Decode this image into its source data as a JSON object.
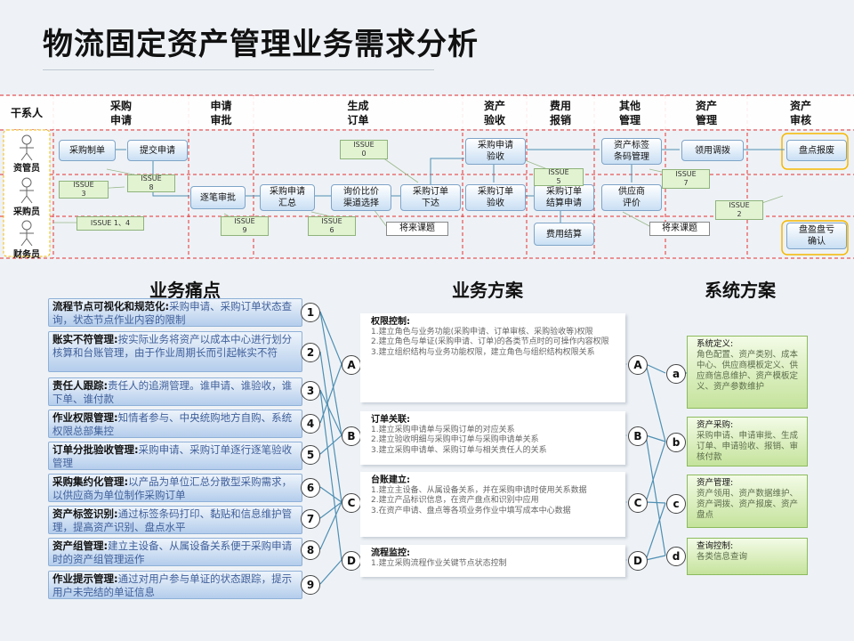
{
  "title": "物流固定资产管理业务需求分析",
  "swimlane": {
    "corner_label": "干系人",
    "headers": [
      "采购\n申请",
      "申请\n审批",
      "生成\n订单",
      "资产\n验收",
      "费用\n报销",
      "其他\n管理",
      "资产\n管理",
      "资产\n审核"
    ],
    "roles": [
      "资管员",
      "采购员",
      "财务员"
    ],
    "process_boxes": [
      "采购制单",
      "提交申请",
      "逐笔审批",
      "采购申请\n汇总",
      "询价比价\n渠道选择",
      "采购订单\n下达",
      "采购申请\n验收",
      "采购订单\n验收",
      "采购订单\n结算申请",
      "费用结算",
      "资产标签\n条码管理",
      "供应商\n评价",
      "领用调拨",
      "盘点报废",
      "盘盈盘亏\n确认"
    ],
    "issues": [
      "ISSUE\n0",
      "ISSUE\n3",
      "ISSUE\n8",
      "ISSUE 1、4",
      "ISSUE\n9",
      "ISSUE\n6",
      "ISSUE\n5",
      "ISSUE\n7",
      "ISSUE\n2"
    ],
    "notes": [
      "将来课题",
      "将来课题"
    ]
  },
  "sections": {
    "pain": "业务痛点",
    "solution": "业务方案",
    "system": "系统方案"
  },
  "pain_points": [
    {
      "num": "1",
      "title": "流程节点可视化和规范化:",
      "text": "采购申请、采购订单状态查询，状态节点作业内容的限制"
    },
    {
      "num": "2",
      "title": "账实不符管理:",
      "text": "按实际业务将资产以成本中心进行划分核算和台账管理，由于作业周期长而引起帐实不符"
    },
    {
      "num": "3",
      "title": "责任人跟踪:",
      "text": "责任人的追溯管理。谁申请、谁验收，谁下单、谁付款"
    },
    {
      "num": "4",
      "title": "作业权限管理:",
      "text": "知情者参与、中央统购地方自购、系统权限总部集控"
    },
    {
      "num": "5",
      "title": "订单分批验收管理:",
      "text": "采购申请、采购订单逐行逐笔验收管理"
    },
    {
      "num": "6",
      "title": "采购集约化管理:",
      "text": "以产品为单位汇总分散型采购需求，以供应商为单位制作采购订单"
    },
    {
      "num": "7",
      "title": "资产标签识别:",
      "text": "通过标签条码打印、黏贴和信息维护管理，提高资产识别、盘点水平"
    },
    {
      "num": "8",
      "title": "资产组管理:",
      "text": "建立主设备、从属设备关系便于采购申请时的资产组管理运作"
    },
    {
      "num": "9",
      "title": "作业提示管理:",
      "text": "通过对用户参与单证的状态跟踪，提示用户未完结的单证信息"
    }
  ],
  "solutions": [
    {
      "letter": "A",
      "title": "权限控制:",
      "lines": [
        "1.建立角色与业务功能(采购申请、订单审核、采购验收等)权限",
        "2.建立角色与单证(采购申请、订单)的各类节点时的可操作内容权限",
        "3.建立组织结构与业务功能权限，建立角色与组织结构权限关系"
      ]
    },
    {
      "letter": "B",
      "title": "订单关联:",
      "lines": [
        "1.建立采购申请单与采购订单的对应关系",
        "2.建立验收明细与采购申订单与采购申请单关系",
        "3.建立采购申请单、采购订单与相关责任人的关系"
      ]
    },
    {
      "letter": "C",
      "title": "台账建立:",
      "lines": [
        "1.建立主设备、从属设备关系，并在采购申请时使用关系数据",
        "2.建立产品标识信息，在资产盘点和识别中应用",
        "3.在资产申请、盘点等各项业务作业中填写成本中心数据"
      ]
    },
    {
      "letter": "D",
      "title": "流程监控:",
      "lines": [
        "1.建立采购流程作业关键节点状态控制"
      ]
    }
  ],
  "system": [
    {
      "letter": "a",
      "title": "系统定义:",
      "text": "角色配置、资产类别、成本中心、供应商模板定义、供应商信息维护、资产模板定义、资产参数维护"
    },
    {
      "letter": "b",
      "title": "资产采购:",
      "text": "采购申请、申请审批、生成订单、申请验收、报销、审核付款"
    },
    {
      "letter": "c",
      "title": "资产管理:",
      "text": "资产领用、资产数据维护、资产调拨、资产报废、资产盘点"
    },
    {
      "letter": "d",
      "title": "查询控制:",
      "text": "各类信息查询"
    }
  ],
  "colors": {
    "lane_border": "#e53030",
    "connector": "#4f8fb3",
    "process_border": "#7fa4c8",
    "issue_fill": "#e2f3d2",
    "system_fill": "#c5e39c",
    "role_highlight": "#f5b800"
  }
}
